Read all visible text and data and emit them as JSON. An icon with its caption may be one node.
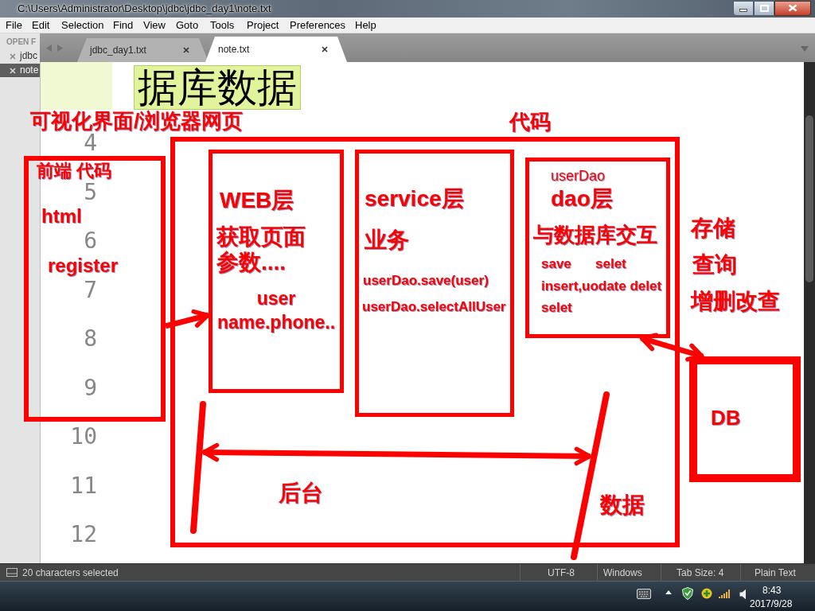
{
  "diagram": {
    "nodes": [
      {
        "text": [
          "代码"
        ]
      },
      {
        "text": [
          "可视化界面/浏览器网页",
          "前端 代码",
          "html",
          "register"
        ]
      },
      {
        "text": [
          "WEB层",
          "获取页面参数....",
          "user name.phone.."
        ],
        "in": 0
      },
      {
        "text": [
          "service层",
          "业务",
          "userDao.save(user)",
          "userDao.selectAllUser"
        ],
        "in": 0
      },
      {
        "text": [
          "userDao",
          "dao层",
          "与数据库交互",
          "save",
          "selet",
          "insert,uodate delet",
          "selet"
        ],
        "in": 0
      },
      {
        "text": [
          "DB"
        ]
      },
      {
        "text": [],
        "shape": "bar",
        "in": 0
      },
      {
        "text": [],
        "shape": "bar"
      }
    ],
    "edges": [
      {
        "from": 1,
        "to": 2,
        "arrow": "to"
      },
      {
        "from": 4,
        "to": 5,
        "arrow": "both"
      },
      {
        "from": 6,
        "to": 7,
        "arrow": "both"
      }
    ],
    "labels": [
      "C:\\Users\\Administrator\\Desktop\\jdbc\\jdbc_day1\\note.txt",
      "File",
      "Edit",
      "Selection",
      "Find",
      "View",
      "Goto",
      "Tools",
      "Project",
      "Preferences",
      "Help",
      "OPEN F",
      "jdbc",
      "note",
      "jdbc_day1.txt",
      "note.txt",
      "据库数据",
      "4",
      "5",
      "6",
      "7",
      "8",
      "9",
      "10",
      "11",
      "12",
      "存储",
      "查询",
      "增删改查",
      "后台",
      "数据",
      "20 characters selected",
      "UTF-8",
      "Windows",
      "Tab Size: 4",
      "Plain Text",
      "8:43",
      "2017/9/28"
    ]
  }
}
